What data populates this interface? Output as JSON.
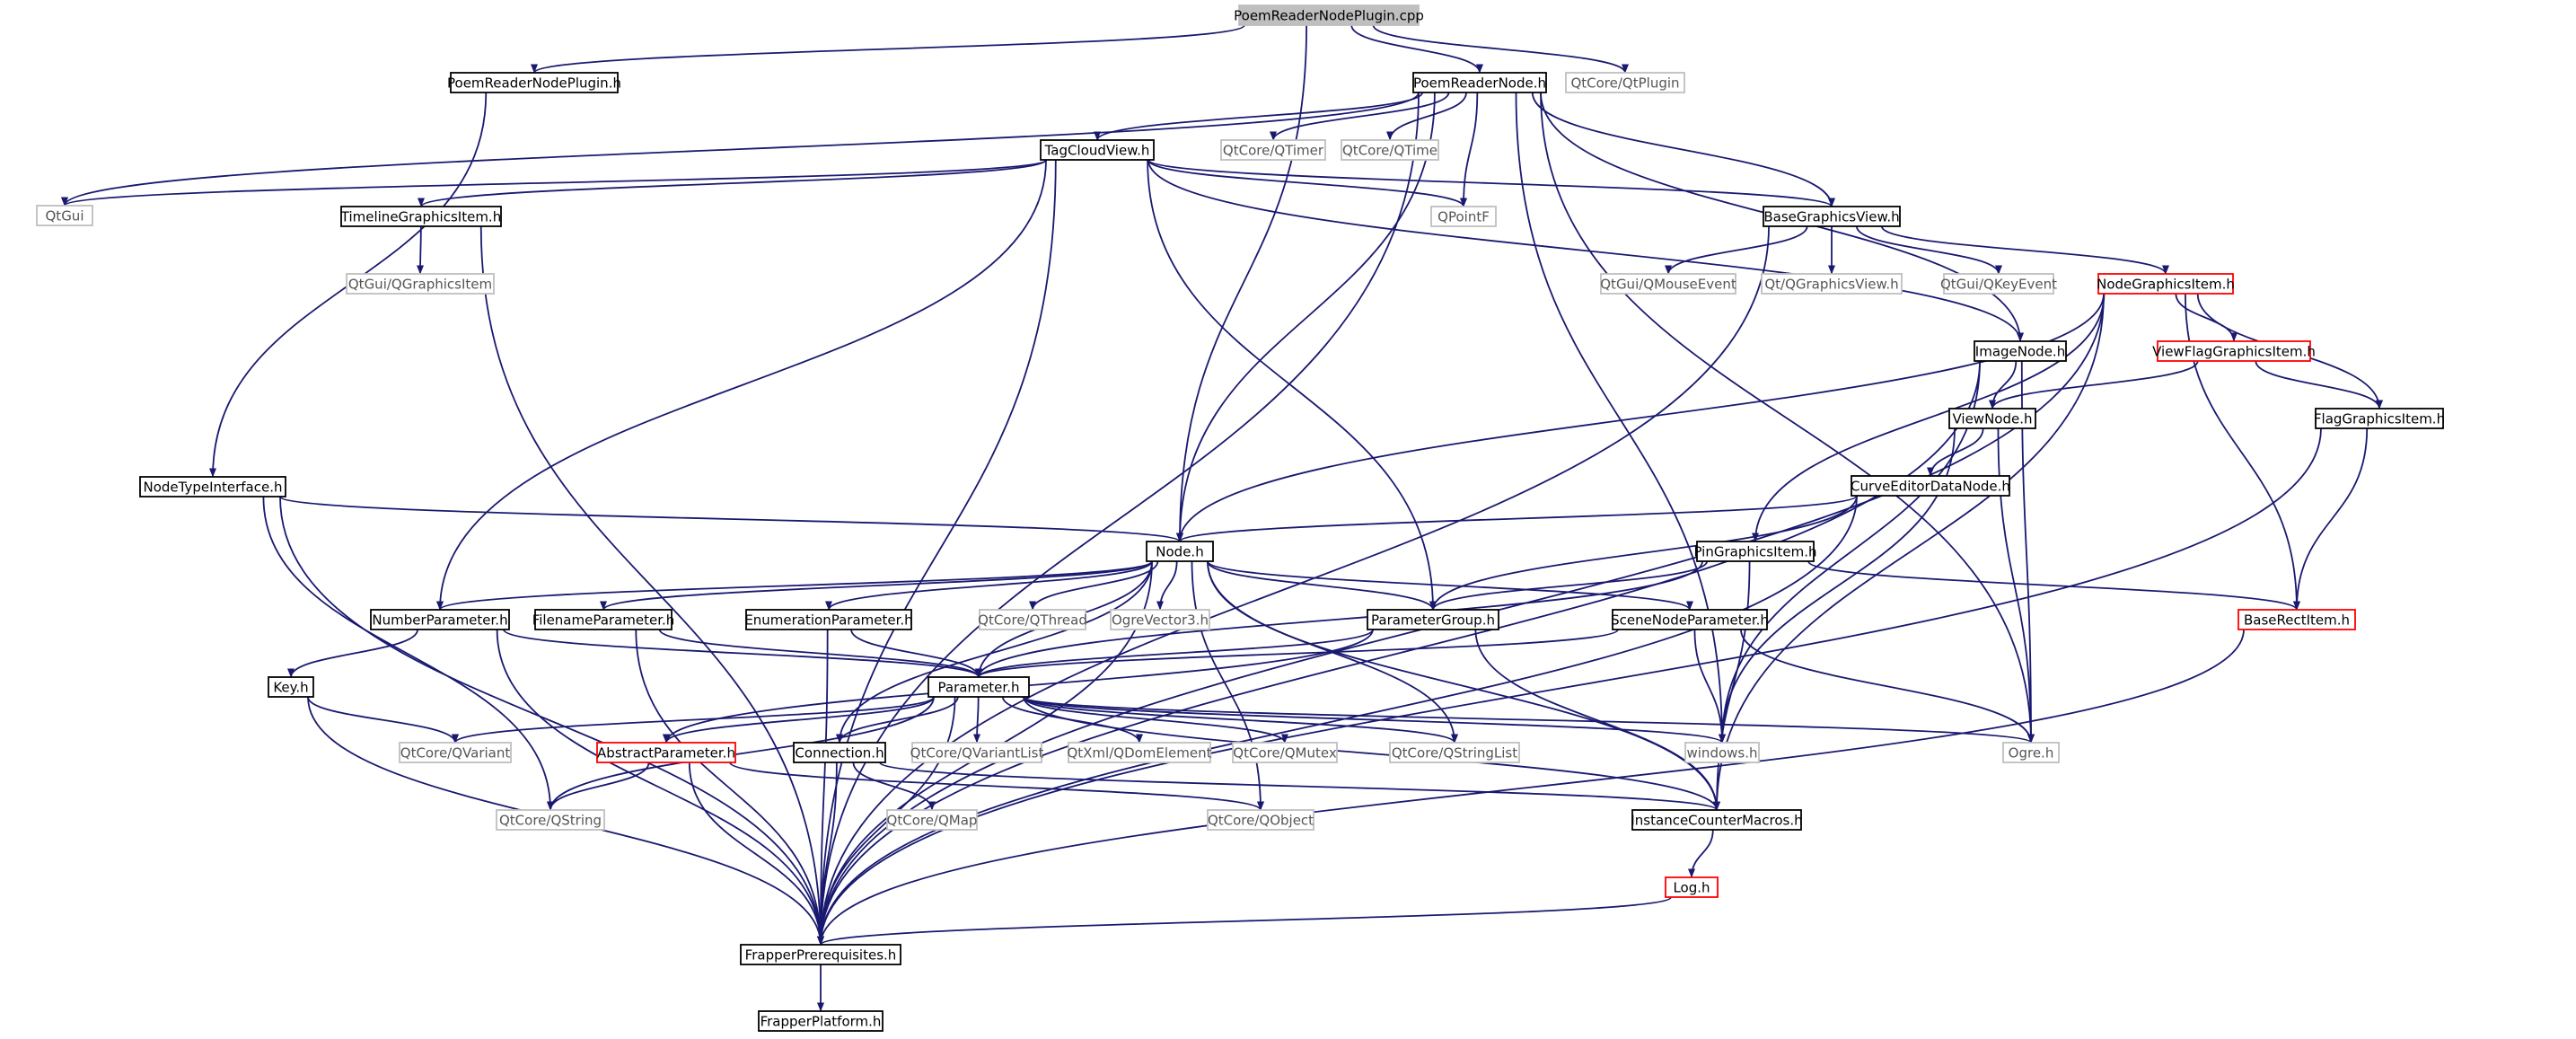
{
  "colors": {
    "edge": "#191970",
    "border_normal": "#000000",
    "border_external": "#bfbfbf",
    "border_truncated": "#ff0000",
    "fill_root": "#bfbfbf",
    "fill_default": "#ffffff",
    "text_normal": "#000000",
    "text_external": "#555555"
  },
  "nodes": [
    {
      "id": "root",
      "label": "PoemReaderNodePlugin.cpp",
      "kind": "root"
    },
    {
      "id": "plugin_h",
      "label": "PoemReaderNodePlugin.h",
      "kind": "normal"
    },
    {
      "id": "qtplugin",
      "label": "QtCore/QtPlugin",
      "kind": "external"
    },
    {
      "id": "poemnode",
      "label": "PoemReaderNode.h",
      "kind": "normal"
    },
    {
      "id": "tagcloud",
      "label": "TagCloudView.h",
      "kind": "normal"
    },
    {
      "id": "qtimer",
      "label": "QtCore/QTimer",
      "kind": "external"
    },
    {
      "id": "qtime",
      "label": "QtCore/QTime",
      "kind": "external"
    },
    {
      "id": "qtgui",
      "label": "QtGui",
      "kind": "external"
    },
    {
      "id": "timeline",
      "label": "TimelineGraphicsItem.h",
      "kind": "normal"
    },
    {
      "id": "qpointf",
      "label": "QPointF",
      "kind": "external"
    },
    {
      "id": "basegv",
      "label": "BaseGraphicsView.h",
      "kind": "normal"
    },
    {
      "id": "qgraphicsitem",
      "label": "QtGui/QGraphicsItem",
      "kind": "external"
    },
    {
      "id": "qmouseevent",
      "label": "QtGui/QMouseEvent",
      "kind": "external"
    },
    {
      "id": "qgraphicsview",
      "label": "Qt/QGraphicsView.h",
      "kind": "external"
    },
    {
      "id": "qkeyevent",
      "label": "QtGui/QKeyEvent",
      "kind": "external"
    },
    {
      "id": "nodegi",
      "label": "NodeGraphicsItem.h",
      "kind": "truncated"
    },
    {
      "id": "imagenode",
      "label": "ImageNode.h",
      "kind": "normal"
    },
    {
      "id": "viewflag",
      "label": "ViewFlagGraphicsItem.h",
      "kind": "truncated"
    },
    {
      "id": "viewnode",
      "label": "ViewNode.h",
      "kind": "normal"
    },
    {
      "id": "flaggi",
      "label": "FlagGraphicsItem.h",
      "kind": "normal"
    },
    {
      "id": "nodetype",
      "label": "NodeTypeInterface.h",
      "kind": "normal"
    },
    {
      "id": "curveeditor",
      "label": "CurveEditorDataNode.h",
      "kind": "normal"
    },
    {
      "id": "node",
      "label": "Node.h",
      "kind": "normal"
    },
    {
      "id": "pingi",
      "label": "PinGraphicsItem.h",
      "kind": "normal"
    },
    {
      "id": "numberparam",
      "label": "NumberParameter.h",
      "kind": "normal"
    },
    {
      "id": "filenameparam",
      "label": "FilenameParameter.h",
      "kind": "normal"
    },
    {
      "id": "enumparam",
      "label": "EnumerationParameter.h",
      "kind": "normal"
    },
    {
      "id": "qthread",
      "label": "QtCore/QThread",
      "kind": "external"
    },
    {
      "id": "ogrevec",
      "label": "OgreVector3.h",
      "kind": "external"
    },
    {
      "id": "paramgroup",
      "label": "ParameterGroup.h",
      "kind": "normal"
    },
    {
      "id": "sceneparam",
      "label": "SceneNodeParameter.h",
      "kind": "normal"
    },
    {
      "id": "baserect",
      "label": "BaseRectItem.h",
      "kind": "truncated"
    },
    {
      "id": "keyh",
      "label": "Key.h",
      "kind": "normal"
    },
    {
      "id": "parameter",
      "label": "Parameter.h",
      "kind": "normal"
    },
    {
      "id": "qvariant",
      "label": "QtCore/QVariant",
      "kind": "external"
    },
    {
      "id": "abstractparam",
      "label": "AbstractParameter.h",
      "kind": "truncated"
    },
    {
      "id": "connection",
      "label": "Connection.h",
      "kind": "normal"
    },
    {
      "id": "qvariantlist",
      "label": "QtCore/QVariantList",
      "kind": "external"
    },
    {
      "id": "qdomelement",
      "label": "QtXml/QDomElement",
      "kind": "external"
    },
    {
      "id": "qmutex",
      "label": "QtCore/QMutex",
      "kind": "external"
    },
    {
      "id": "qstringlist",
      "label": "QtCore/QStringList",
      "kind": "external"
    },
    {
      "id": "windows",
      "label": "windows.h",
      "kind": "external"
    },
    {
      "id": "ogre",
      "label": "Ogre.h",
      "kind": "external"
    },
    {
      "id": "qstring",
      "label": "QtCore/QString",
      "kind": "external"
    },
    {
      "id": "qmap",
      "label": "QtCore/QMap",
      "kind": "external"
    },
    {
      "id": "qobject",
      "label": "QtCore/QObject",
      "kind": "external"
    },
    {
      "id": "instcounter",
      "label": "InstanceCounterMacros.h",
      "kind": "normal"
    },
    {
      "id": "logh",
      "label": "Log.h",
      "kind": "truncated"
    },
    {
      "id": "frapperprereq",
      "label": "FrapperPrerequisites.h",
      "kind": "normal"
    },
    {
      "id": "frapperplatform",
      "label": "FrapperPlatform.h",
      "kind": "normal"
    }
  ],
  "edges": [
    [
      "root",
      "plugin_h"
    ],
    [
      "root",
      "poemnode"
    ],
    [
      "root",
      "qtplugin"
    ],
    [
      "root",
      "node"
    ],
    [
      "plugin_h",
      "nodetype"
    ],
    [
      "poemnode",
      "tagcloud"
    ],
    [
      "poemnode",
      "qtimer"
    ],
    [
      "poemnode",
      "qtime"
    ],
    [
      "poemnode",
      "qtgui"
    ],
    [
      "poemnode",
      "qpointf"
    ],
    [
      "poemnode",
      "basegv"
    ],
    [
      "poemnode",
      "imagenode"
    ],
    [
      "poemnode",
      "node"
    ],
    [
      "poemnode",
      "windows"
    ],
    [
      "poemnode",
      "ogre"
    ],
    [
      "poemnode",
      "frapperprereq"
    ],
    [
      "tagcloud",
      "qtgui"
    ],
    [
      "tagcloud",
      "timeline"
    ],
    [
      "tagcloud",
      "qpointf"
    ],
    [
      "tagcloud",
      "basegv"
    ],
    [
      "tagcloud",
      "imagenode"
    ],
    [
      "tagcloud",
      "numberparam"
    ],
    [
      "tagcloud",
      "paramgroup"
    ],
    [
      "tagcloud",
      "frapperprereq"
    ],
    [
      "timeline",
      "qgraphicsitem"
    ],
    [
      "timeline",
      "frapperprereq"
    ],
    [
      "basegv",
      "qmouseevent"
    ],
    [
      "basegv",
      "qgraphicsview"
    ],
    [
      "basegv",
      "qkeyevent"
    ],
    [
      "basegv",
      "nodegi"
    ],
    [
      "basegv",
      "frapperprereq"
    ],
    [
      "nodegi",
      "viewflag"
    ],
    [
      "nodegi",
      "flaggi"
    ],
    [
      "nodegi",
      "baserect"
    ],
    [
      "nodegi",
      "node"
    ],
    [
      "nodegi",
      "pingi"
    ],
    [
      "nodegi",
      "instcounter"
    ],
    [
      "nodegi",
      "frapperprereq"
    ],
    [
      "viewflag",
      "viewnode"
    ],
    [
      "viewflag",
      "flaggi"
    ],
    [
      "flaggi",
      "baserect"
    ],
    [
      "flaggi",
      "frapperprereq"
    ],
    [
      "imagenode",
      "viewnode"
    ],
    [
      "imagenode",
      "ogre"
    ],
    [
      "imagenode",
      "windows"
    ],
    [
      "imagenode",
      "frapperprereq"
    ],
    [
      "viewnode",
      "curveeditor"
    ],
    [
      "viewnode",
      "ogre"
    ],
    [
      "viewnode",
      "windows"
    ],
    [
      "curveeditor",
      "node"
    ],
    [
      "curveeditor",
      "paramgroup"
    ],
    [
      "curveeditor",
      "frapperprereq"
    ],
    [
      "nodetype",
      "node"
    ],
    [
      "nodetype",
      "qstring"
    ],
    [
      "nodetype",
      "frapperprereq"
    ],
    [
      "node",
      "numberparam"
    ],
    [
      "node",
      "filenameparam"
    ],
    [
      "node",
      "enumparam"
    ],
    [
      "node",
      "qthread"
    ],
    [
      "node",
      "ogrevec"
    ],
    [
      "node",
      "paramgroup"
    ],
    [
      "node",
      "sceneparam"
    ],
    [
      "node",
      "parameter"
    ],
    [
      "node",
      "connection"
    ],
    [
      "node",
      "qstringlist"
    ],
    [
      "node",
      "qobject"
    ],
    [
      "node",
      "instcounter"
    ],
    [
      "node",
      "frapperprereq"
    ],
    [
      "pingi",
      "paramgroup"
    ],
    [
      "pingi",
      "baserect"
    ],
    [
      "pingi",
      "instcounter"
    ],
    [
      "pingi",
      "parameter"
    ],
    [
      "numberparam",
      "keyh"
    ],
    [
      "numberparam",
      "parameter"
    ],
    [
      "numberparam",
      "frapperprereq"
    ],
    [
      "filenameparam",
      "parameter"
    ],
    [
      "filenameparam",
      "frapperprereq"
    ],
    [
      "enumparam",
      "parameter"
    ],
    [
      "enumparam",
      "frapperprereq"
    ],
    [
      "paramgroup",
      "parameter"
    ],
    [
      "paramgroup",
      "abstractparam"
    ],
    [
      "paramgroup",
      "instcounter"
    ],
    [
      "sceneparam",
      "parameter"
    ],
    [
      "sceneparam",
      "ogre"
    ],
    [
      "sceneparam",
      "windows"
    ],
    [
      "baserect",
      "frapperprereq"
    ],
    [
      "keyh",
      "qvariant"
    ],
    [
      "keyh",
      "frapperprereq"
    ],
    [
      "parameter",
      "qvariant"
    ],
    [
      "parameter",
      "abstractparam"
    ],
    [
      "parameter",
      "connection"
    ],
    [
      "parameter",
      "qvariantlist"
    ],
    [
      "parameter",
      "qdomelement"
    ],
    [
      "parameter",
      "qmutex"
    ],
    [
      "parameter",
      "qstringlist"
    ],
    [
      "parameter",
      "windows"
    ],
    [
      "parameter",
      "ogre"
    ],
    [
      "parameter",
      "qstring"
    ],
    [
      "parameter",
      "instcounter"
    ],
    [
      "parameter",
      "frapperprereq"
    ],
    [
      "abstractparam",
      "qstring"
    ],
    [
      "abstractparam",
      "qobject"
    ],
    [
      "abstractparam",
      "frapperprereq"
    ],
    [
      "connection",
      "qmap"
    ],
    [
      "connection",
      "instcounter"
    ],
    [
      "connection",
      "frapperprereq"
    ],
    [
      "instcounter",
      "logh"
    ],
    [
      "logh",
      "frapperprereq"
    ],
    [
      "frapperprereq",
      "frapperplatform"
    ]
  ]
}
